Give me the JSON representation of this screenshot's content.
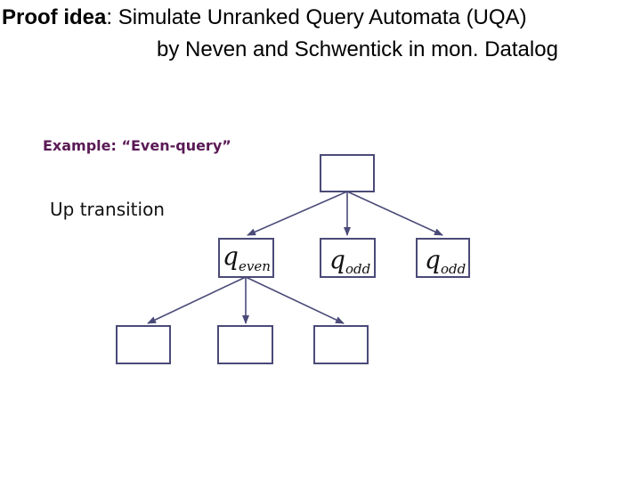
{
  "title": {
    "prefix": "Proof idea",
    "line1_rest": ":  Simulate Unranked Query Automata (UQA)",
    "line2": "by Neven and Schwentick in mon. Datalog"
  },
  "example_label": "Example: “Even-query”",
  "transition_label": "Up transition",
  "states": [
    {
      "q": "q",
      "sub": "even"
    },
    {
      "q": "q",
      "sub": "odd"
    },
    {
      "q": "q",
      "sub": "odd"
    }
  ],
  "colors": {
    "box_stroke": "#4a4a78",
    "example_text": "#5a1a55"
  }
}
